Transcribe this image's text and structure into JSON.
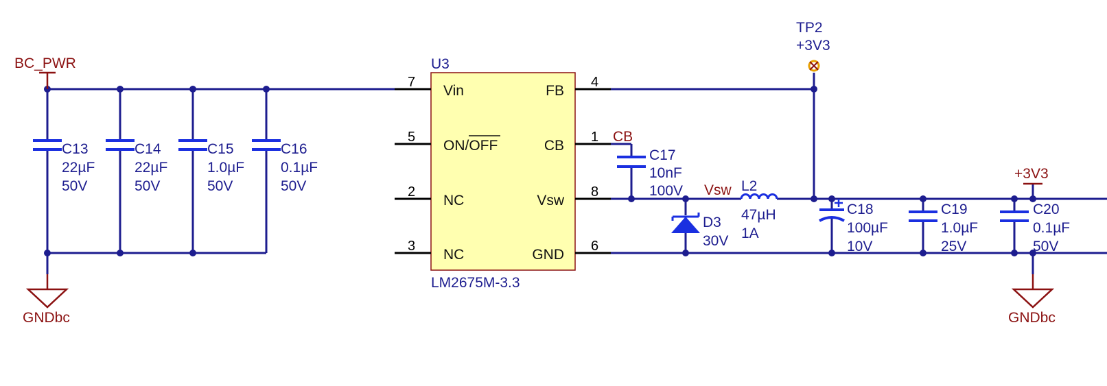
{
  "power_nets": {
    "bc_pwr": "BC_PWR",
    "v3v3": "+3V3",
    "gnd_left": "GNDbc",
    "gnd_right": "GNDbc"
  },
  "net_labels": {
    "cb": "CB",
    "vsw": "Vsw"
  },
  "ic": {
    "designator": "U3",
    "part": "LM2675M-3.3",
    "left_pins": [
      {
        "num": "7",
        "name": "Vin"
      },
      {
        "num": "5",
        "name": "ON/",
        "overbar": "OFF"
      },
      {
        "num": "2",
        "name": "NC"
      },
      {
        "num": "3",
        "name": "NC"
      }
    ],
    "right_pins": [
      {
        "num": "4",
        "name": "FB"
      },
      {
        "num": "1",
        "name": "CB"
      },
      {
        "num": "8",
        "name": "Vsw"
      },
      {
        "num": "6",
        "name": "GND"
      }
    ]
  },
  "test_point": {
    "designator": "TP2",
    "net": "+3V3"
  },
  "components": {
    "c13": {
      "ref": "C13",
      "value": "22µF",
      "rating": "50V"
    },
    "c14": {
      "ref": "C14",
      "value": "22µF",
      "rating": "50V"
    },
    "c15": {
      "ref": "C15",
      "value": "1.0µF",
      "rating": "50V"
    },
    "c16": {
      "ref": "C16",
      "value": "0.1µF",
      "rating": "50V"
    },
    "c17": {
      "ref": "C17",
      "value": "10nF",
      "rating": "100V"
    },
    "d3": {
      "ref": "D3",
      "rating": "30V"
    },
    "l2": {
      "ref": "L2",
      "value": "47µH",
      "rating": "1A"
    },
    "c18": {
      "ref": "C18",
      "value": "100µF",
      "rating": "10V"
    },
    "c19": {
      "ref": "C19",
      "value": "1.0µF",
      "rating": "25V"
    },
    "c20": {
      "ref": "C20",
      "value": "0.1µF",
      "rating": "50V"
    }
  },
  "colors": {
    "wire": "#1d1d8f",
    "component": "#1a2fe0",
    "power_port": "#8b1111",
    "ic_fill": "#ffffb0",
    "ic_border": "#8b1111",
    "test_point": "#e8a000"
  }
}
